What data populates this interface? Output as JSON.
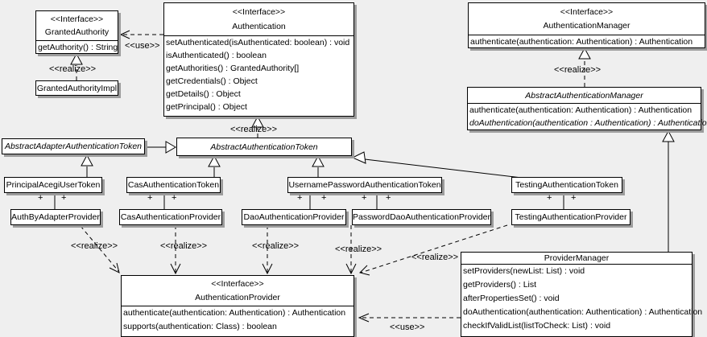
{
  "labels": {
    "interface": "<<Interface>>",
    "realize": "<<realize>>",
    "use": "<<use>>",
    "plus": "+"
  },
  "classes": {
    "granted_authority": {
      "stereotype": "<<Interface>>",
      "name": "GrantedAuthority",
      "methods": [
        "getAuthority() : String"
      ]
    },
    "granted_authority_impl": {
      "name": "GrantedAuthorityImpl"
    },
    "authentication": {
      "stereotype": "<<Interface>>",
      "name": "Authentication",
      "methods": [
        "setAuthenticated(isAuthenticated: boolean) : void",
        "isAuthenticated() : boolean",
        "getAuthorities() : GrantedAuthority[]",
        "getCredentials() : Object",
        "getDetails() : Object",
        "getPrincipal() : Object"
      ]
    },
    "authentication_manager": {
      "stereotype": "<<Interface>>",
      "name": "AuthenticationManager",
      "methods": [
        "authenticate(authentication: Authentication) : Authentication"
      ]
    },
    "abstract_authentication_manager": {
      "name": "AbstractAuthenticationManager",
      "methods": [
        "authenticate(authentication: Authentication) : Authentication",
        "doAuthentication(authentication : Authentication) : Authentication"
      ]
    },
    "abstract_adapter_authentication_token": {
      "name": "AbstractAdapterAuthenticationToken"
    },
    "abstract_authentication_token": {
      "name": "AbstractAuthenticationToken"
    },
    "principal_acegi_user_token": {
      "name": "PrincipalAcegiUserToken"
    },
    "cas_authentication_token": {
      "name": "CasAuthenticationToken"
    },
    "username_password_authentication_token": {
      "name": "UsernamePasswordAuthenticationToken"
    },
    "testing_authentication_token": {
      "name": "TestingAuthenticationToken"
    },
    "auth_by_adapter_provider": {
      "name": "AuthByAdapterProvider"
    },
    "cas_authentication_provider": {
      "name": "CasAuthenticationProvider"
    },
    "dao_authentication_provider": {
      "name": "DaoAuthenticationProvider"
    },
    "password_dao_authentication_provider": {
      "name": "PasswordDaoAuthenticationProvider"
    },
    "testing_authentication_provider": {
      "name": "TestingAuthenticationProvider"
    },
    "authentication_provider": {
      "stereotype": "<<Interface>>",
      "name": "AuthenticationProvider",
      "methods": [
        "authenticate(authentication: Authentication) : Authentication",
        "supports(authentication: Class) : boolean"
      ]
    },
    "provider_manager": {
      "name": "ProviderManager",
      "methods": [
        "setProviders(newList: List) : void",
        "getProviders() : List",
        "afterPropertiesSet() : void",
        "doAuthentication(authentication: Authentication) : Authentication",
        "checkIfValidList(listToCheck: List) : void"
      ]
    }
  }
}
